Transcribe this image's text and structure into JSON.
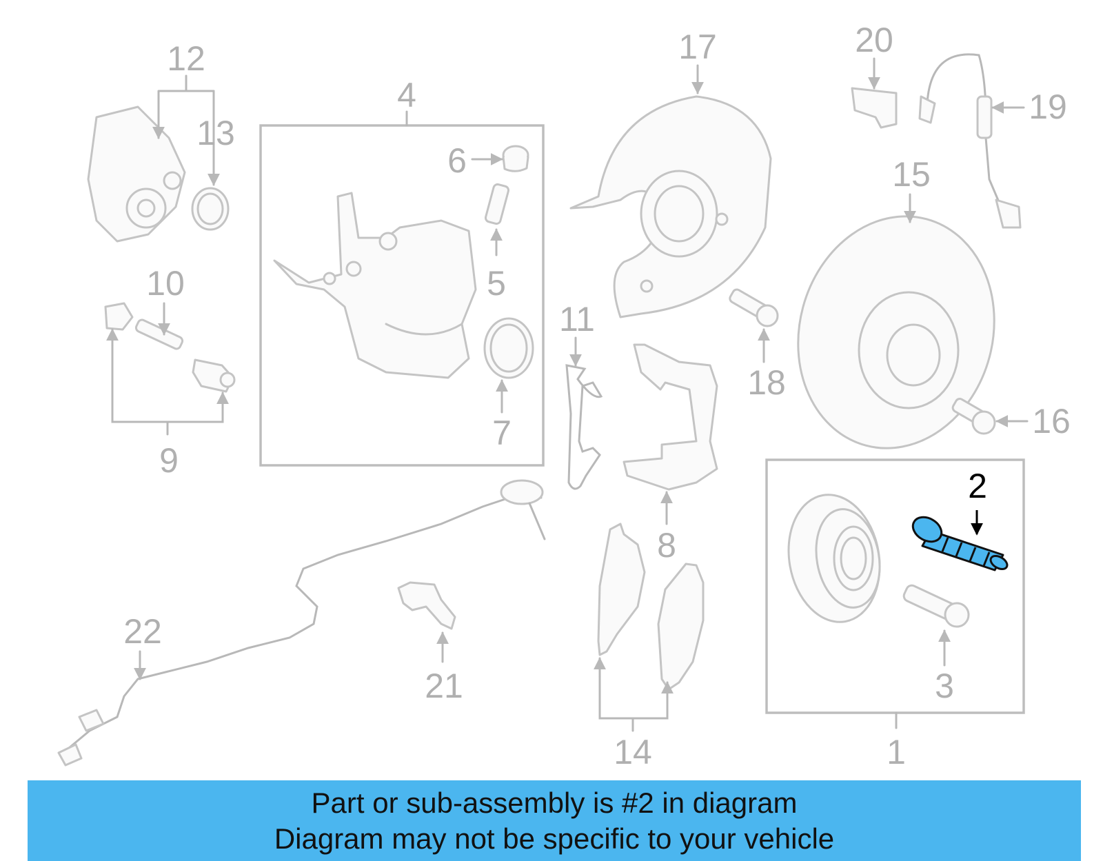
{
  "diagram": {
    "callouts": [
      "1",
      "2",
      "3",
      "4",
      "5",
      "6",
      "7",
      "8",
      "9",
      "10",
      "11",
      "12",
      "13",
      "14",
      "15",
      "16",
      "17",
      "18",
      "19",
      "20",
      "21",
      "22"
    ],
    "highlighted_callout": "2",
    "highlight_color": "#4bb6ef",
    "part_line_color": "#c4c4c4",
    "label_color": "#b0b0b0"
  },
  "banner": {
    "line1": "Part or sub-assembly is #2 in diagram",
    "line2": "Diagram may not be specific to your vehicle",
    "background": "#4bb6ef"
  }
}
